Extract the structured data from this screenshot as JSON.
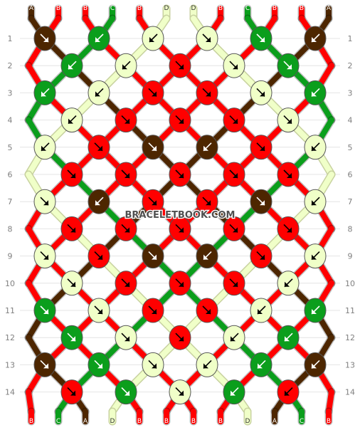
{
  "site": {
    "watermark": "BRACELETBOOK.COM"
  },
  "colors": {
    "A": "#4d2600",
    "B": "#ff0000",
    "C": "#0b9e1c",
    "D": "#f0ffc8"
  },
  "strings": [
    "A",
    "B",
    "B",
    "C",
    "B",
    "D",
    "D",
    "B",
    "C",
    "B",
    "B",
    "A"
  ],
  "rows": [
    {
      "label": "1",
      "knots": [
        {
          "color": "A",
          "dir": "se"
        },
        {
          "color": "C",
          "dir": "sw"
        },
        {
          "color": "D",
          "dir": "sw"
        },
        {
          "color": "D",
          "dir": "se"
        },
        {
          "color": "C",
          "dir": "se"
        },
        {
          "color": "A",
          "dir": "sw"
        }
      ]
    },
    {
      "label": "2",
      "knots": [
        {
          "color": "C",
          "dir": "sw"
        },
        {
          "color": "D",
          "dir": "sw"
        },
        {
          "color": "B",
          "dir": "se"
        },
        {
          "color": "D",
          "dir": "se"
        },
        {
          "color": "C",
          "dir": "se"
        }
      ]
    },
    {
      "label": "3",
      "knots": [
        {
          "color": "C",
          "dir": "sw"
        },
        {
          "color": "D",
          "dir": "sw"
        },
        {
          "color": "B",
          "dir": "se"
        },
        {
          "color": "B",
          "dir": "se"
        },
        {
          "color": "D",
          "dir": "se"
        },
        {
          "color": "C",
          "dir": "sw"
        }
      ]
    },
    {
      "label": "4",
      "knots": [
        {
          "color": "D",
          "dir": "sw"
        },
        {
          "color": "B",
          "dir": "se"
        },
        {
          "color": "B",
          "dir": "se"
        },
        {
          "color": "B",
          "dir": "se"
        },
        {
          "color": "D",
          "dir": "se"
        }
      ]
    },
    {
      "label": "5",
      "knots": [
        {
          "color": "D",
          "dir": "sw"
        },
        {
          "color": "B",
          "dir": "se"
        },
        {
          "color": "A",
          "dir": "se"
        },
        {
          "color": "A",
          "dir": "sw"
        },
        {
          "color": "B",
          "dir": "se"
        },
        {
          "color": "D",
          "dir": "sw"
        }
      ]
    },
    {
      "label": "6",
      "knots": [
        {
          "color": "B",
          "dir": "se"
        },
        {
          "color": "B",
          "dir": "se"
        },
        {
          "color": "B",
          "dir": "se"
        },
        {
          "color": "B",
          "dir": "se"
        },
        {
          "color": "B",
          "dir": "se"
        }
      ]
    },
    {
      "label": "7",
      "knots": [
        {
          "color": "D",
          "dir": "se"
        },
        {
          "color": "A",
          "dir": "sw"
        },
        {
          "color": "B",
          "dir": "se"
        },
        {
          "color": "B",
          "dir": "se"
        },
        {
          "color": "A",
          "dir": "se"
        },
        {
          "color": "D",
          "dir": "sw"
        }
      ]
    },
    {
      "label": "8",
      "knots": [
        {
          "color": "B",
          "dir": "se"
        },
        {
          "color": "B",
          "dir": "se"
        },
        {
          "color": "B",
          "dir": "se"
        },
        {
          "color": "B",
          "dir": "se"
        },
        {
          "color": "B",
          "dir": "se"
        }
      ]
    },
    {
      "label": "9",
      "knots": [
        {
          "color": "D",
          "dir": "se"
        },
        {
          "color": "B",
          "dir": "se"
        },
        {
          "color": "A",
          "dir": "se"
        },
        {
          "color": "A",
          "dir": "sw"
        },
        {
          "color": "B",
          "dir": "se"
        },
        {
          "color": "D",
          "dir": "sw"
        }
      ]
    },
    {
      "label": "10",
      "knots": [
        {
          "color": "D",
          "dir": "se"
        },
        {
          "color": "B",
          "dir": "se"
        },
        {
          "color": "B",
          "dir": "se"
        },
        {
          "color": "B",
          "dir": "se"
        },
        {
          "color": "D",
          "dir": "sw"
        }
      ]
    },
    {
      "label": "11",
      "knots": [
        {
          "color": "C",
          "dir": "se"
        },
        {
          "color": "D",
          "dir": "se"
        },
        {
          "color": "B",
          "dir": "se"
        },
        {
          "color": "B",
          "dir": "se"
        },
        {
          "color": "D",
          "dir": "sw"
        },
        {
          "color": "C",
          "dir": "sw"
        }
      ]
    },
    {
      "label": "12",
      "knots": [
        {
          "color": "C",
          "dir": "se"
        },
        {
          "color": "D",
          "dir": "se"
        },
        {
          "color": "B",
          "dir": "se"
        },
        {
          "color": "D",
          "dir": "sw"
        },
        {
          "color": "C",
          "dir": "sw"
        }
      ]
    },
    {
      "label": "13",
      "knots": [
        {
          "color": "A",
          "dir": "se"
        },
        {
          "color": "C",
          "dir": "se"
        },
        {
          "color": "D",
          "dir": "se"
        },
        {
          "color": "D",
          "dir": "sw"
        },
        {
          "color": "C",
          "dir": "sw"
        },
        {
          "color": "A",
          "dir": "sw"
        }
      ]
    },
    {
      "label": "14",
      "knots": [
        {
          "color": "B",
          "dir": "se"
        },
        {
          "color": "C",
          "dir": "se"
        },
        {
          "color": "D",
          "dir": "se"
        },
        {
          "color": "C",
          "dir": "sw"
        },
        {
          "color": "B",
          "dir": "sw"
        }
      ]
    }
  ]
}
